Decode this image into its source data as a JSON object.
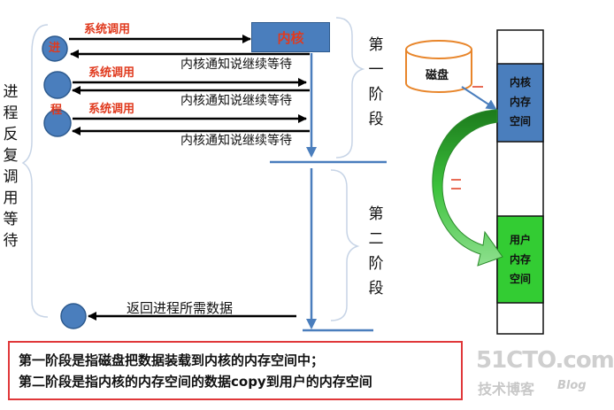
{
  "process": {
    "vertical_label": "进程反复调用等待",
    "circle_1_text": "进",
    "circle_3_text": "程"
  },
  "kernel": {
    "label": "内核"
  },
  "arrows": {
    "syscall_1": "系统调用",
    "syscall_2": "系统调用",
    "syscall_3": "系统调用",
    "notify_1": "内核通知说继续等待",
    "notify_2": "内核通知说继续等待",
    "notify_3": "内核通知说继续等待",
    "return_data": "返回进程所需数据"
  },
  "stages": {
    "stage_1": "第一阶段",
    "stage_2": "第二阶段"
  },
  "storage": {
    "disk_label": "磁盘",
    "kernel_memory": "内核内存空间",
    "user_memory": "用户内存空间",
    "kernel_color": "#4a7ebd",
    "user_color": "#33cc33"
  },
  "note": {
    "line_1": "第一阶段是指磁盘把数据装载到内核的内存空间中；",
    "line_2": "第二阶段是指内核的内存空间的数据copy到用户的内存空间"
  },
  "watermark": {
    "main": "51CTO.com",
    "sub": "技术博客",
    "blog": "Blog"
  }
}
